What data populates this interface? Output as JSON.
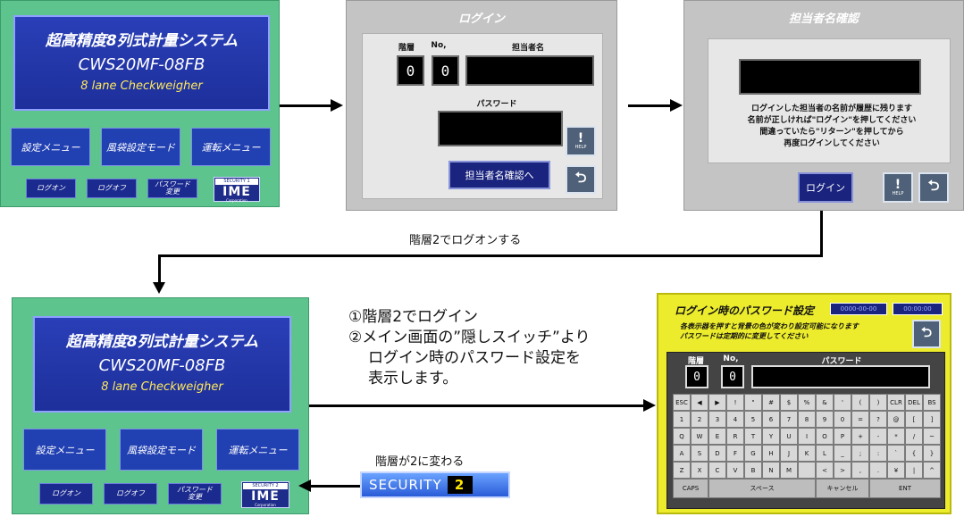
{
  "main_screen": {
    "title_jp": "超高精度8列式計量システム",
    "model": "CWS20MF-08FB",
    "subtitle": "8 lane Checkweigher",
    "menus": [
      "設定メニュー",
      "風袋設定モード",
      "運転メニュー"
    ],
    "buttons": [
      "ログオン",
      "ログオフ",
      "パスワード\n変更"
    ],
    "logo": {
      "security": "SECURITY",
      "level": "1",
      "brand": "IME",
      "corp": "Corporation"
    }
  },
  "main_screen_2": {
    "logo_level": "2"
  },
  "login_dialog": {
    "title": "ログイン",
    "labels": {
      "level": "階層",
      "no": "No,",
      "person": "担当者名",
      "password": "パスワード"
    },
    "values": {
      "level": "0",
      "no": "0"
    },
    "confirm_button": "担当者名確認へ",
    "help_label": "HELP"
  },
  "confirm_dialog": {
    "title": "担当者名確認",
    "message": [
      "ログインした担当者の名前が履歴に残ります",
      "名前が正しければ\"ログイン\"を押してください",
      "間違っていたら\"リターン\"を押してから",
      "再度ログインしてください"
    ],
    "login_button": "ログイン",
    "help_label": "HELP"
  },
  "flow_labels": {
    "logon_level2": "階層2でログオンする",
    "level_changed": "階層が2に変わる"
  },
  "instructions": [
    "①階層2でログイン",
    "②メイン画面の”隠しスイッチ”より",
    "ログイン時のパスワード設定を",
    "表示します。"
  ],
  "security_badge": {
    "text": "SECURITY",
    "level": "2"
  },
  "password_dialog": {
    "title": "ログイン時のパスワード設定",
    "header_boxes": [
      "0000-00-00",
      "00:00:00"
    ],
    "note": [
      "各表示器を押すと背景の色が変わり設定可能になります",
      "パスワードは定期的に変更してください"
    ],
    "labels": {
      "level": "階層",
      "no": "No,",
      "password": "パスワード"
    },
    "values": {
      "level": "0",
      "no": "0"
    },
    "keys": [
      [
        "ESC",
        "◀",
        "▶",
        "!",
        "\"",
        "#",
        "$",
        "%",
        "&",
        "'",
        "(",
        ")",
        "CLR",
        "DEL",
        "BS"
      ],
      [
        "1",
        "2",
        "3",
        "4",
        "5",
        "6",
        "7",
        "8",
        "9",
        "0",
        "=",
        "?",
        "@",
        "[",
        "]"
      ],
      [
        "Q",
        "W",
        "E",
        "R",
        "T",
        "Y",
        "U",
        "I",
        "O",
        "P",
        "+",
        "-",
        "*",
        "/",
        "~"
      ],
      [
        "A",
        "S",
        "D",
        "F",
        "G",
        "H",
        "J",
        "K",
        "L",
        "_",
        ";",
        ":",
        "`",
        "{",
        "}"
      ],
      [
        "Z",
        "X",
        "C",
        "V",
        "B",
        "N",
        "M",
        "",
        "<",
        ">",
        ",",
        ".",
        "¥",
        "|",
        "^"
      ]
    ],
    "bottom_keys": [
      "CAPS",
      "スペース",
      "キャンセル",
      "ENT"
    ]
  }
}
